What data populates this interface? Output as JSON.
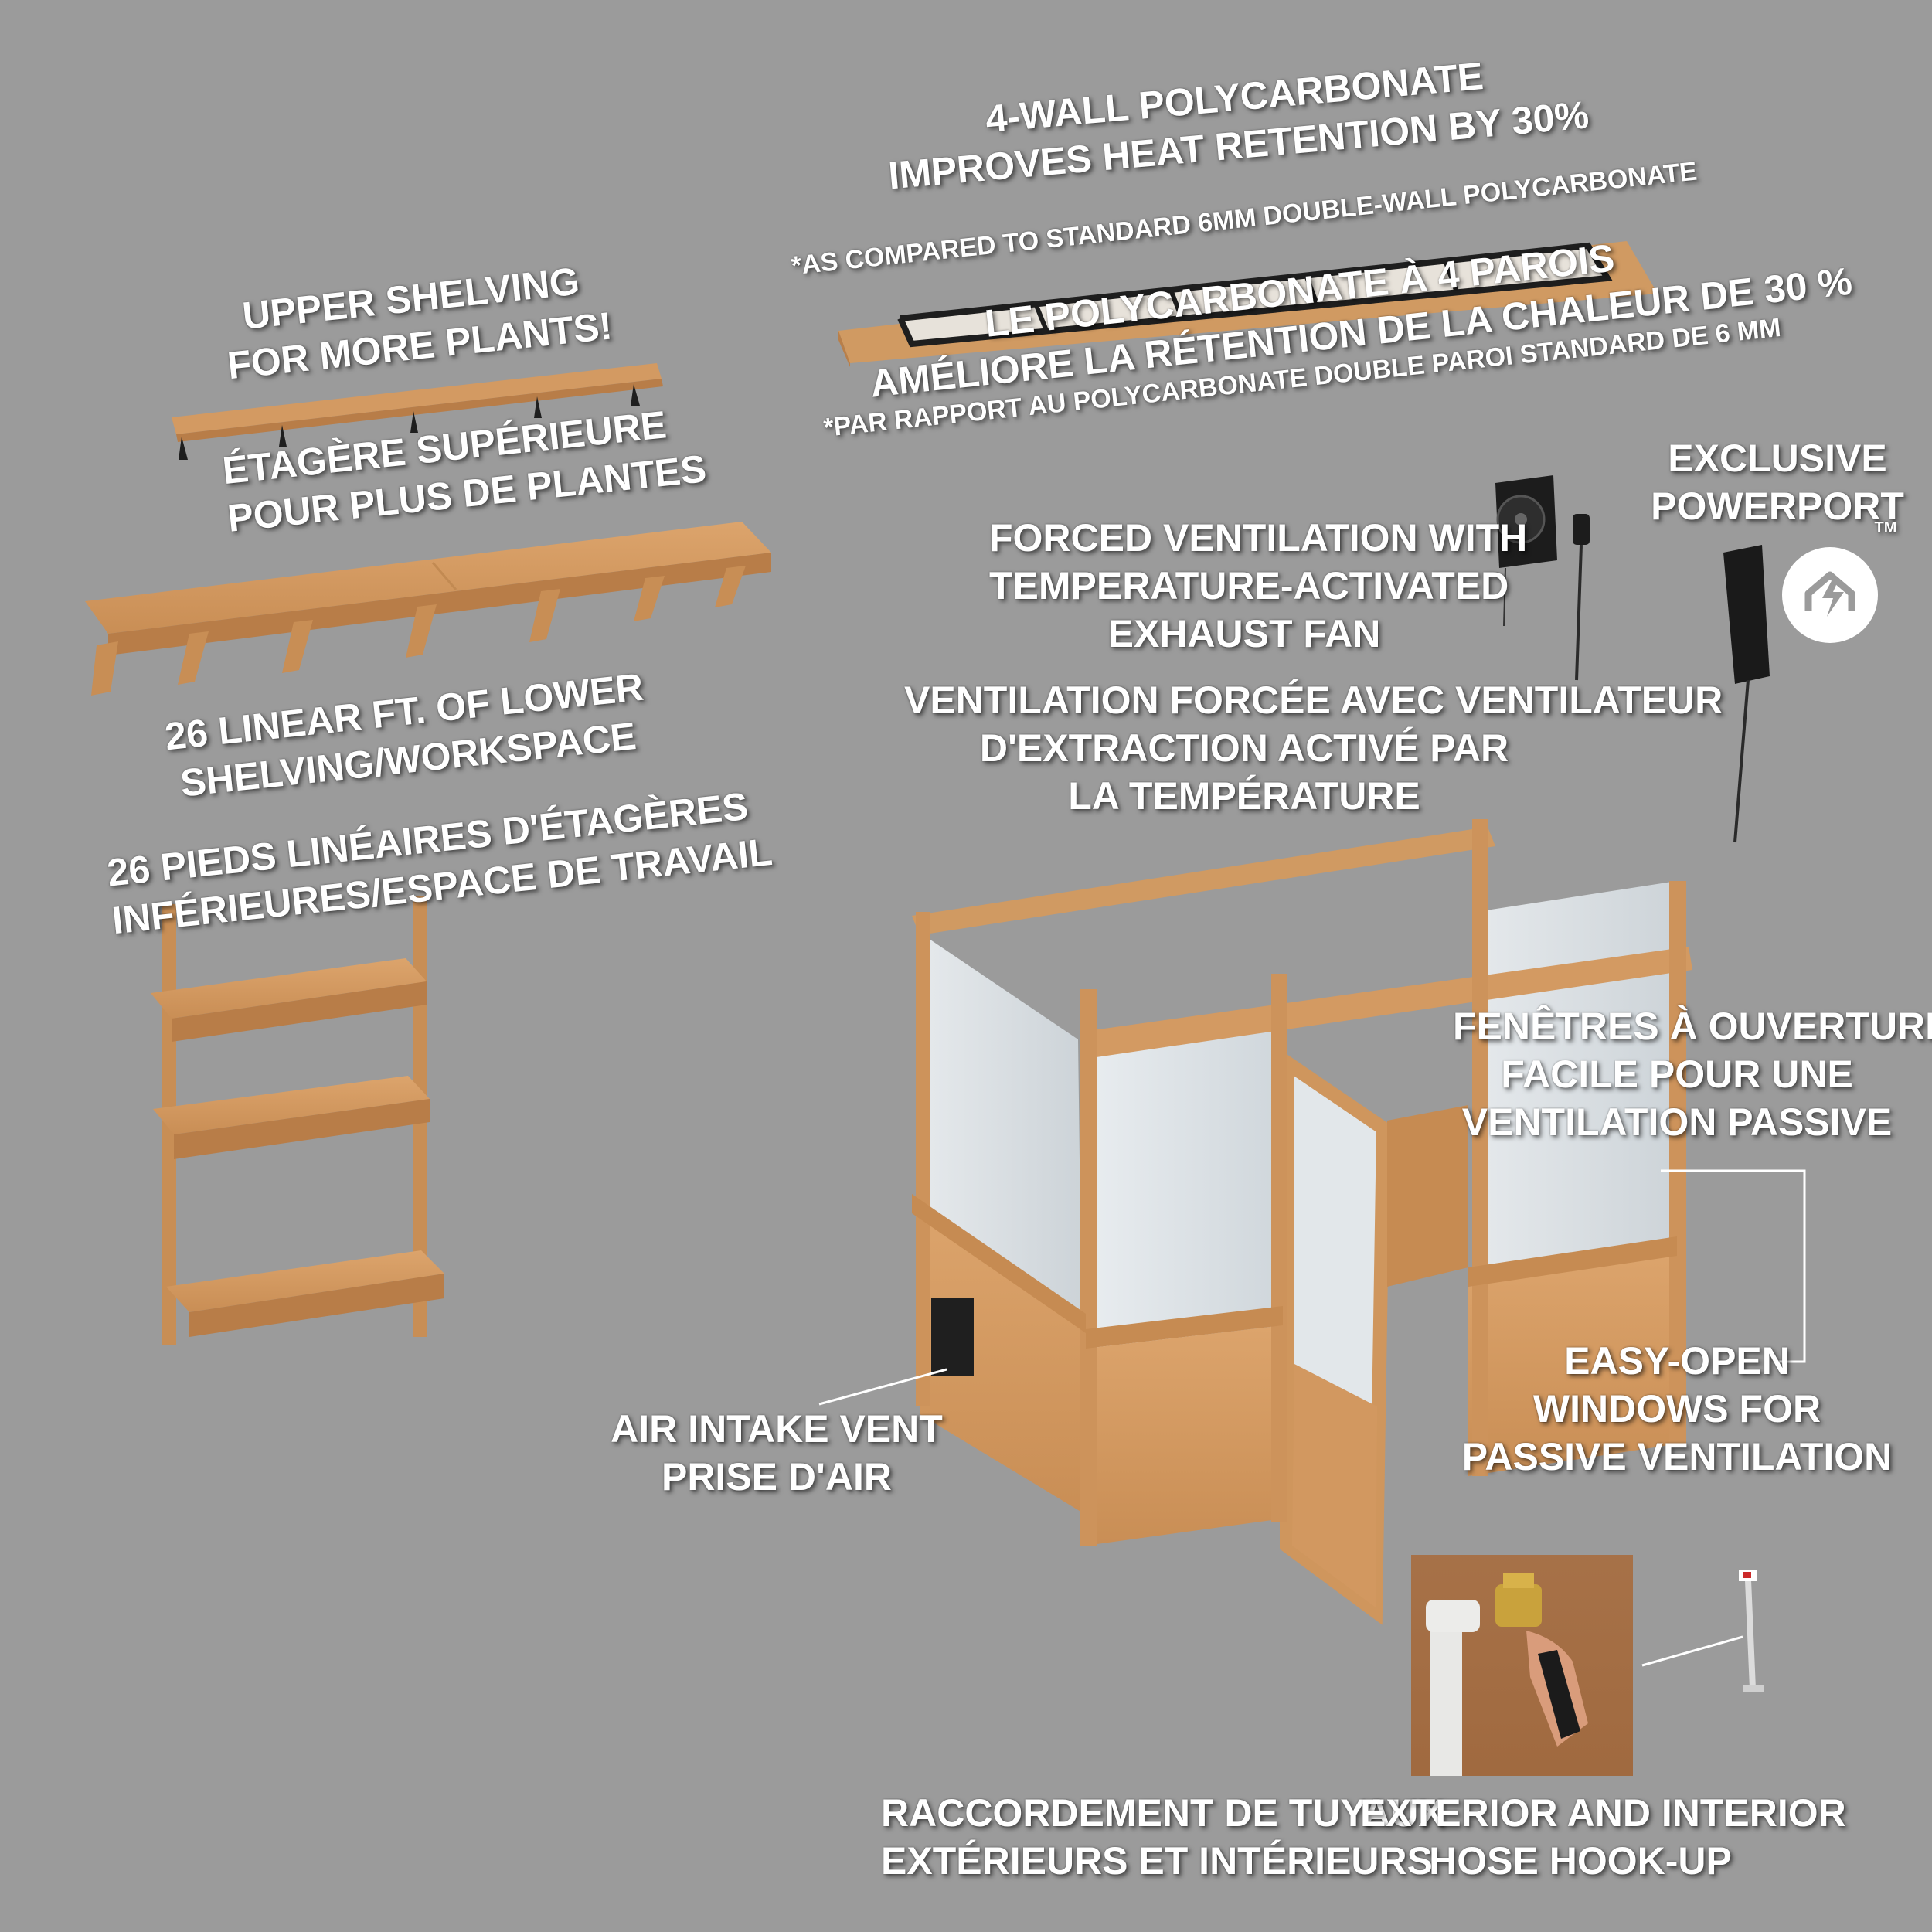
{
  "polycarbonate": {
    "en_line1": "4-WALL POLYCARBONATE",
    "en_line2": "IMPROVES HEAT RETENTION BY 30%",
    "en_note": "*AS COMPARED TO STANDARD 6MM DOUBLE-WALL POLYCARBONATE",
    "fr_line1": "LE POLYCARBONATE À 4 PAROIS",
    "fr_line2": "AMÉLIORE LA RÉTENTION DE LA CHALEUR DE 30 %",
    "fr_note": "*PAR RAPPORT AU POLYCARBONATE DOUBLE PAROI STANDARD DE 6 MM"
  },
  "upper_shelving": {
    "en_line1": "UPPER SHELVING",
    "en_line2": "FOR MORE PLANTS!",
    "fr_line1": "ÉTAGÈRE SUPÉRIEURE",
    "fr_line2": "POUR PLUS DE PLANTES"
  },
  "lower_shelving": {
    "en_line1": "26 LINEAR FT. OF LOWER",
    "en_line2": "SHELVING/WORKSPACE",
    "fr_line1": "26 PIEDS LINÉAIRES D'ÉTAGÈRES",
    "fr_line2": "INFÉRIEURES/ESPACE DE TRAVAIL"
  },
  "ventilation": {
    "en_line1": "FORCED VENTILATION WITH",
    "en_line2": "TEMPERATURE-ACTIVATED",
    "en_line3": "EXHAUST FAN",
    "fr_line1": "VENTILATION FORCÉE AVEC VENTILATEUR",
    "fr_line2": "D'EXTRACTION ACTIVÉ PAR",
    "fr_line3": "LA TEMPÉRATURE"
  },
  "powerport": {
    "line1": "EXCLUSIVE",
    "line2": "POWERPORT",
    "tm": "TM"
  },
  "windows_fr": {
    "line1": "FENÊTRES À OUVERTURE",
    "line2": "FACILE POUR UNE",
    "line3": "VENTILATION PASSIVE"
  },
  "windows_en": {
    "line1": "EASY-OPEN",
    "line2": "WINDOWS FOR",
    "line3": "PASSIVE VENTILATION"
  },
  "air_intake": {
    "en": "AIR INTAKE VENT",
    "fr": "PRISE D'AIR"
  },
  "hose_fr": {
    "line1": "RACCORDEMENT DE TUYAUX",
    "line2": "EXTÉRIEURS ET INTÉRIEURS"
  },
  "hose_en": {
    "line1": "EXTERIOR AND INTERIOR",
    "line2": "HOSE HOOK-UP"
  },
  "colors": {
    "background": "#9b9b9b",
    "wood": "#d39a62",
    "wood_dark": "#b87d48",
    "panel": "#dfe3e6",
    "metal": "#1e1e1e",
    "text": "#ffffff"
  }
}
